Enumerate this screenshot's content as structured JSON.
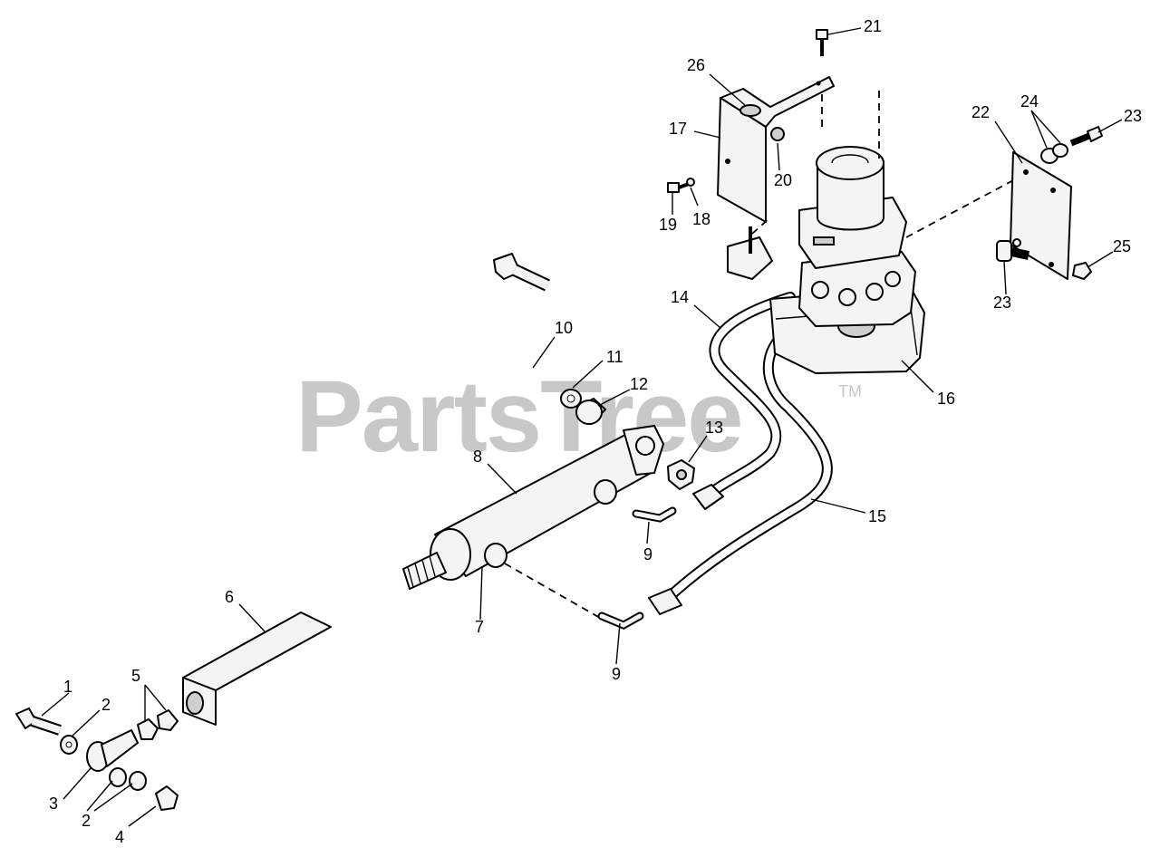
{
  "watermark": {
    "text": "PartsTree",
    "tm": "TM"
  },
  "callouts": [
    "1",
    "2",
    "2",
    "3",
    "4",
    "5",
    "6",
    "7",
    "8",
    "9",
    "9",
    "10",
    "11",
    "12",
    "13",
    "14",
    "15",
    "16",
    "17",
    "18",
    "19",
    "20",
    "21",
    "22",
    "23",
    "23",
    "24",
    "25",
    "26"
  ],
  "colors": {
    "ink": "#000000",
    "watermark": "#c8c8c8",
    "part_fill": "#f4f4f4"
  }
}
